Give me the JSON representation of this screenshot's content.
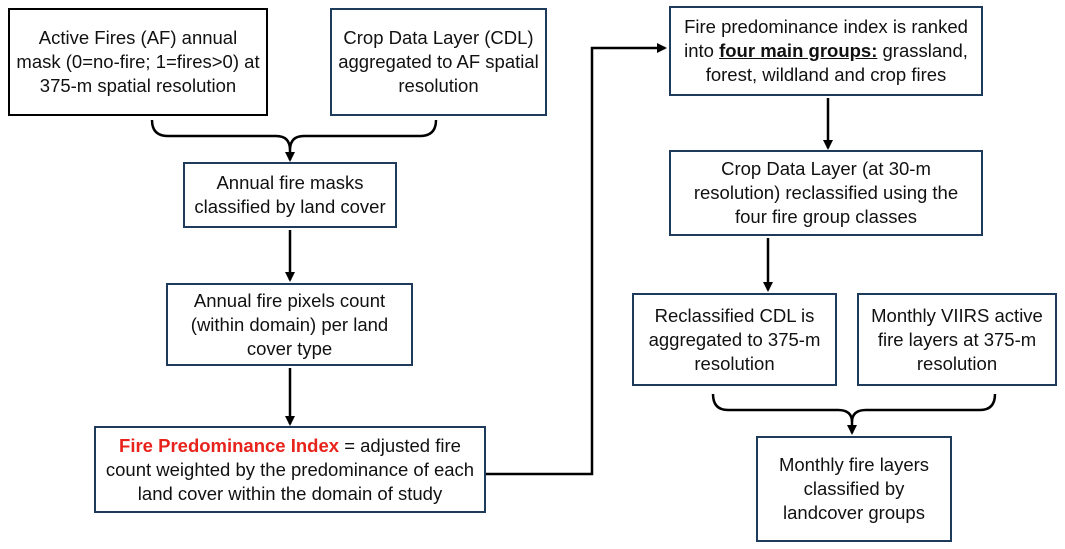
{
  "boxes": {
    "af_mask": "Active Fires (AF) annual mask (0=no-fire; 1=fires>0) at 375-m spatial resolution",
    "cdl_agg": "Crop Data Layer (CDL) aggregated to AF spatial resolution",
    "annual_masks": "Annual fire masks classified by land cover",
    "pixel_count": "Annual fire pixels count (within domain) per land cover type",
    "fpi": {
      "highlight": "Fire Predominance Index",
      "rest": " = adjusted fire count weighted by the predominance of each land cover within the domain of study"
    },
    "ranked": {
      "before": "Fire predominance index is ranked into ",
      "emph": "four main groups:",
      "after": " grassland, forest, wildland and crop fires"
    },
    "cdl_30m": "Crop Data Layer (at 30-m resolution) reclassified using the four fire group classes",
    "reclass_agg": "Reclassified CDL is aggregated to 375-m resolution",
    "viirs": "Monthly VIIRS active fire layers at 375-m resolution",
    "monthly_classified": "Monthly fire layers classified by landcover groups"
  },
  "colors": {
    "highlight_red": "#e8231b",
    "left_border": "#000000",
    "blue_border": "#1f3b5c"
  }
}
